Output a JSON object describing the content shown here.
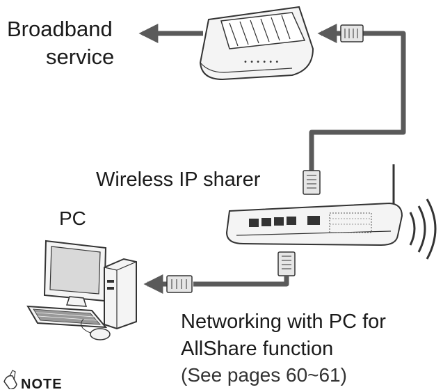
{
  "labels": {
    "broadband_line1": "Broadband",
    "broadband_line2": "service",
    "wireless_ip_sharer": "Wireless IP sharer",
    "pc": "PC",
    "networking_line1": "Networking with PC for",
    "networking_line2": "AllShare function",
    "networking_line3": "(See pages 60~61)",
    "note": "NOTE"
  },
  "colors": {
    "cable": "#5a5a5a",
    "outline": "#333333",
    "device_fill": "#f4f4f4",
    "screen": "#d9d9d9"
  }
}
